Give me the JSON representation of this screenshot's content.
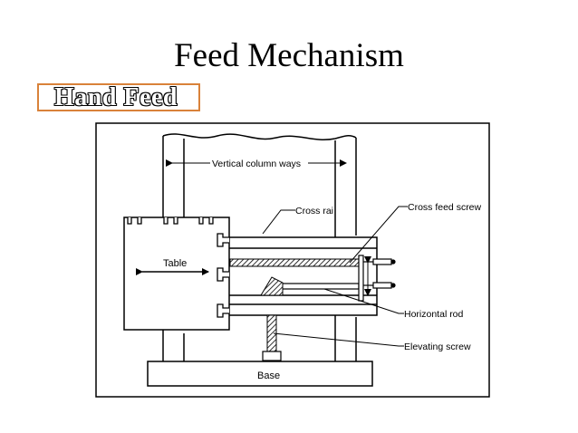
{
  "title": "Feed Mechanism",
  "subtitle": "Hand Feed",
  "labels": {
    "vertical_column_ways": "Vertical column ways",
    "cross_rail": "Cross rai",
    "cross_feed_screw": "Cross feed screw",
    "table": "Table",
    "horizontal_rod": "Horizontal rod",
    "elevating_screw": "Elevating screw",
    "base": "Base"
  }
}
